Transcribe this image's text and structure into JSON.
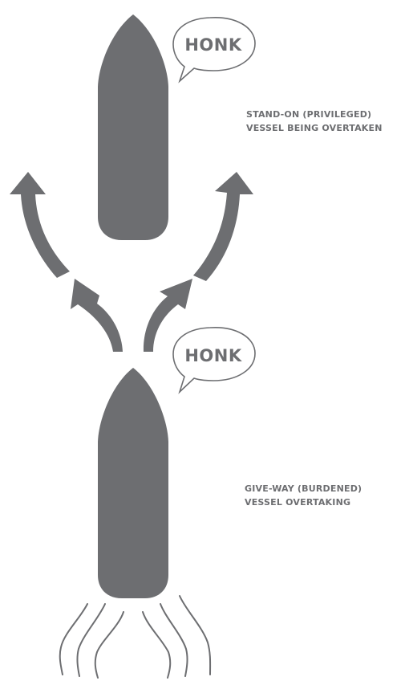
{
  "stand_on": {
    "sound_signal": "HONK",
    "label_line1": "STAND-ON (PRIVILEGED)",
    "label_line2": "VESSEL BEING OVERTAKEN"
  },
  "give_way": {
    "sound_signal": "HONK",
    "label_line1": "GIVE-WAY (BURDENED)",
    "label_line2": "VESSEL OVERTAKING"
  },
  "colors": {
    "vessel": "#6d6e71",
    "arrow": "#6d6e71",
    "text": "#6d6e71",
    "bubble_stroke": "#6d6e71",
    "background": "#ffffff"
  },
  "icons": [
    "vessel-icon",
    "speech-bubble-icon",
    "curved-arrow-icon",
    "wake-lines-icon"
  ]
}
